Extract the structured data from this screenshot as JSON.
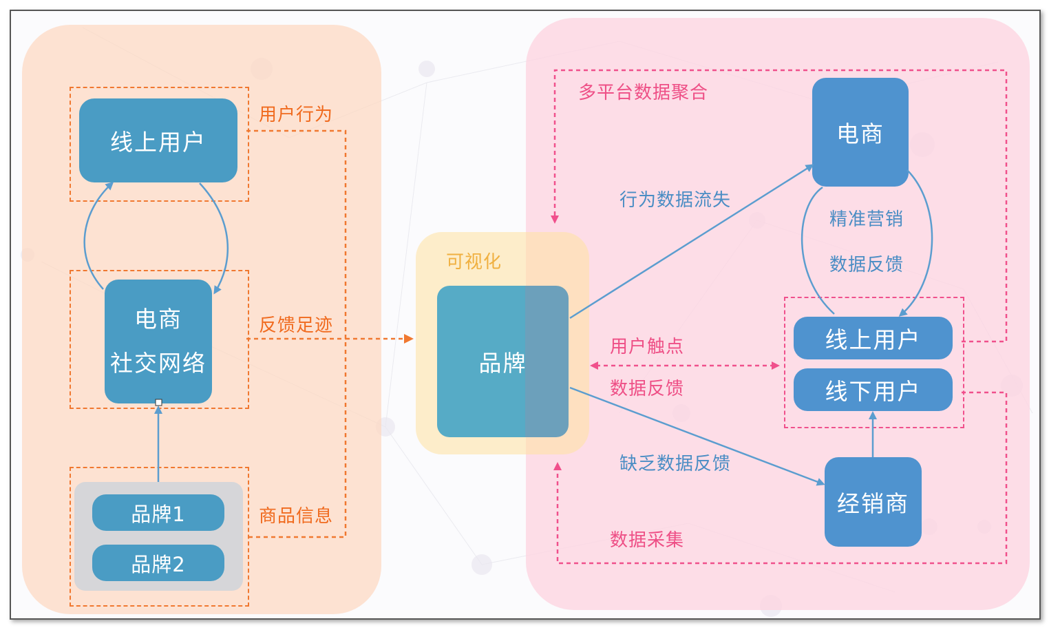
{
  "left": {
    "online_user": "线上用户",
    "ecom_social_line1": "电商",
    "ecom_social_line2": "社交网络",
    "brand1": "品牌1",
    "brand2": "品牌2",
    "label_user_behavior": "用户行为",
    "label_feedback_trace": "反馈足迹",
    "label_product_info": "商品信息"
  },
  "center": {
    "visualization": "可视化",
    "brand": "品牌"
  },
  "right": {
    "multi_platform": "多平台数据聚合",
    "ecommerce": "电商",
    "precision_marketing": "精准营销",
    "data_feedback_loop": "数据反馈",
    "online_user": "线上用户",
    "offline_user": "线下用户",
    "dealer": "经销商",
    "behavior_data_loss": "行为数据流失",
    "user_touchpoint": "用户触点",
    "data_feedback": "数据反馈",
    "lack_data_feedback": "缺乏数据反馈",
    "data_collection": "数据采集"
  },
  "colors": {
    "box_teal": "#4a9cc4",
    "box_blue": "#4f93cf",
    "orange_text": "#f06a1e",
    "pink_text": "#ee4f86",
    "blue_text": "#4a8dc4",
    "yellow_text": "#f0b040",
    "arrow_blue": "#5b9dcf"
  }
}
